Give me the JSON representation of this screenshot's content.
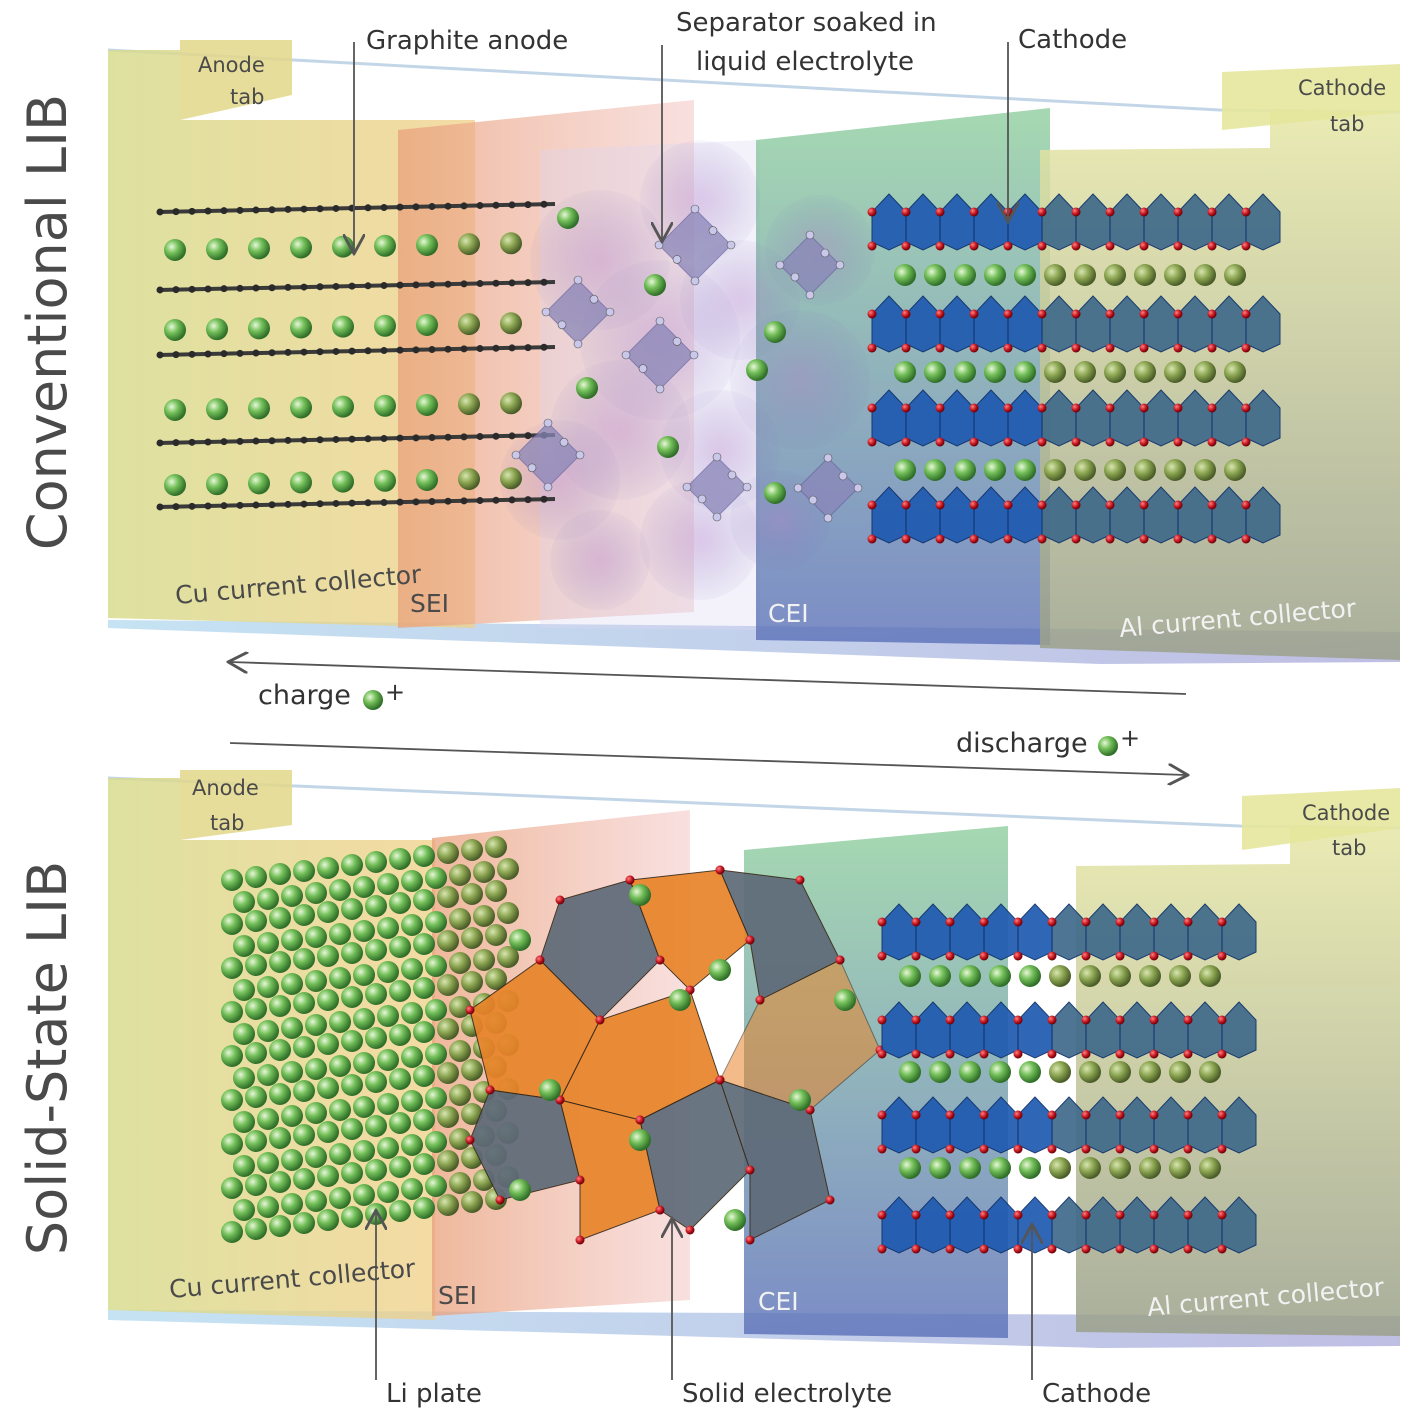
{
  "top_panel": {
    "side_label": "Conventional LIB",
    "labels": {
      "graphite_anode": "Graphite anode",
      "separator_line1": "Separator soaked in",
      "separator_line2": "liquid electrolyte",
      "cathode": "Cathode",
      "anode_tab_line1": "Anode",
      "anode_tab_line2": "tab",
      "cathode_tab_line1": "Cathode",
      "cathode_tab_line2": "tab",
      "cu_collector": "Cu current collector",
      "sei": "SEI",
      "cei": "CEI",
      "al_collector": "Al current collector"
    }
  },
  "arrows": {
    "charge": "charge",
    "discharge": "discharge",
    "ion_sign": "+"
  },
  "bottom_panel": {
    "side_label": "Solid-State LIB",
    "labels": {
      "anode_tab_line1": "Anode",
      "anode_tab_line2": "tab",
      "cathode_tab_line1": "Cathode",
      "cathode_tab_line2": "tab",
      "cu_collector": "Cu current collector",
      "sei": "SEI",
      "cei": "CEI",
      "al_collector": "Al current collector",
      "li_plate": "Li plate",
      "solid_electrolyte": "Solid electrolyte",
      "cathode": "Cathode"
    }
  },
  "colors": {
    "li_ion": "#6fbf5a",
    "graphite": "#3a3a3a",
    "cathode_octahedra": "#1f5ab0",
    "oxygen": "#c0141e",
    "sei": "#e89a7a",
    "cei": "#7aa6c9",
    "cu_collector": "#e7d98a",
    "al_collector": "#cfd18f",
    "solid_electrolyte_orange": "#e8842a",
    "solid_electrolyte_gray": "#5e6a78",
    "anion_octahedra": "#8a86b8"
  }
}
